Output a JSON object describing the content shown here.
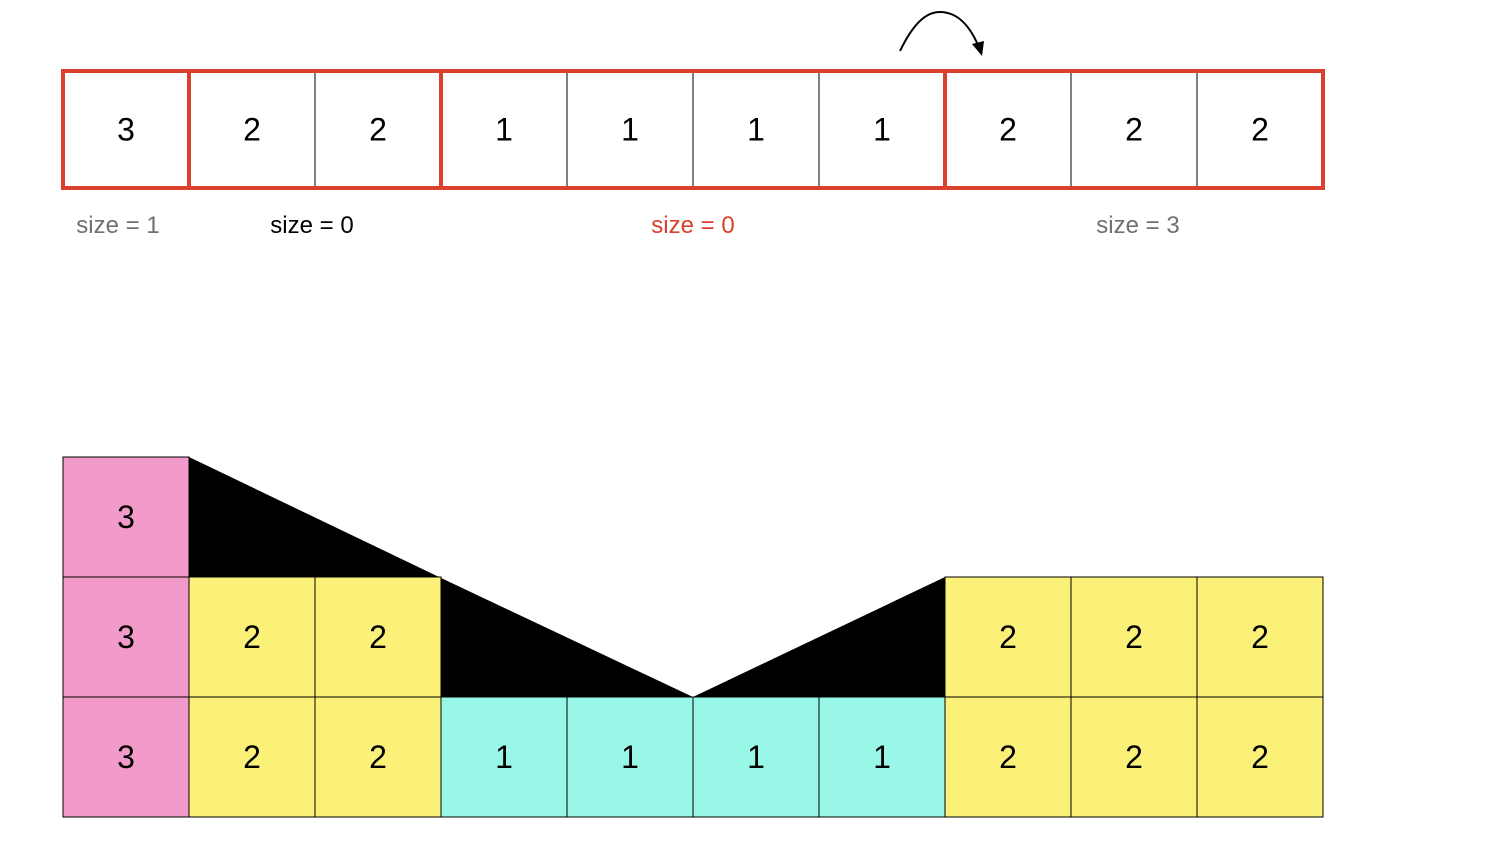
{
  "top_row": {
    "cells": [
      "3",
      "2",
      "2",
      "1",
      "1",
      "1",
      "1",
      "2",
      "2",
      "2"
    ],
    "groups": [
      {
        "start": 0,
        "count": 1
      },
      {
        "start": 1,
        "count": 2
      },
      {
        "start": 3,
        "count": 4
      },
      {
        "start": 7,
        "count": 3
      }
    ],
    "group_border_color": "#d9402d"
  },
  "size_labels": [
    {
      "text": "size = 1",
      "color": "#707070"
    },
    {
      "text": "size = 0",
      "color": "#000000"
    },
    {
      "text": "size = 0",
      "color": "#d9402d"
    },
    {
      "text": "size = 3",
      "color": "#707070"
    }
  ],
  "arrow": {
    "icon": "curved-arrow-icon"
  },
  "bottom_grid": {
    "rows": [
      [
        "3",
        null,
        null,
        null,
        null,
        null,
        null,
        null,
        null,
        null
      ],
      [
        "3",
        "2",
        "2",
        null,
        null,
        null,
        null,
        "2",
        "2",
        "2"
      ],
      [
        "3",
        "2",
        "2",
        "1",
        "1",
        "1",
        "1",
        "2",
        "2",
        "2"
      ]
    ],
    "colors": {
      "3": "#f29bca",
      "2": "#fbf178",
      "1": "#98f7e6"
    },
    "wedge_color": "#000000"
  }
}
